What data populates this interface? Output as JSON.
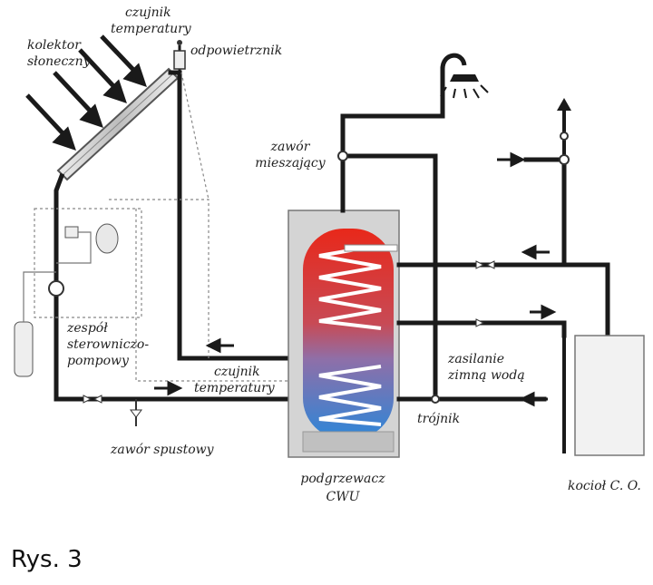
{
  "labels": {
    "kolektor": [
      "kolektor",
      "słoneczny"
    ],
    "czujnik_top": [
      "czujnik",
      "temperatury"
    ],
    "odpowietrznik": "odpowietrznik",
    "zawor_mieszajacy": [
      "zawór",
      "mieszający"
    ],
    "zespol": [
      "zespół",
      "sterowniczo-",
      "pompowy"
    ],
    "czujnik_mid": [
      "czujnik",
      "temperatury"
    ],
    "zasilanie": [
      "zasilanie",
      "zimną wodą"
    ],
    "trojnik": "trójnik",
    "zawor_spustowy": "zawór spustowy",
    "podgrzewacz": [
      "podgrzewacz",
      "CWU"
    ],
    "kociol": "kocioł C. O."
  },
  "caption": "Rys. 3",
  "colors": {
    "pipe": "#1a1a1a",
    "tank_hot": "#d42a1e",
    "tank_cold": "#2f7fd0",
    "tank_shell": "#cfcfcf",
    "boiler": "#f2f2f2"
  }
}
